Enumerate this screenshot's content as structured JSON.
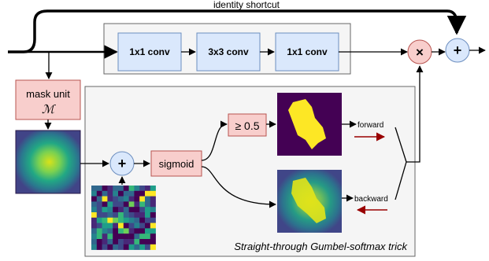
{
  "diagram": {
    "identity_label": "identity shortcut",
    "conv_blocks": [
      "1x1 conv",
      "3x3 conv",
      "1x1 conv"
    ],
    "mask_unit": {
      "line1": "mask unit",
      "symbol": "ℳ"
    },
    "sigmoid_label": "sigmoid",
    "threshold_label": "≥ 0.5",
    "forward_label": "forward",
    "backward_label": "backward",
    "trick_label": "Straight-through Gumbel-softmax trick",
    "op_plus": "+",
    "op_times": "×"
  },
  "colors": {
    "conv_fill": "#dae8fc",
    "conv_stroke": "#6c8ebf",
    "red_fill": "#f8cecc",
    "red_stroke": "#b85450",
    "panel_fill": "#f5f5f5",
    "panel_stroke": "#666666",
    "dark_red_arrow": "#990000",
    "viridis_dark": "#440154",
    "viridis_yellow": "#fde725"
  }
}
